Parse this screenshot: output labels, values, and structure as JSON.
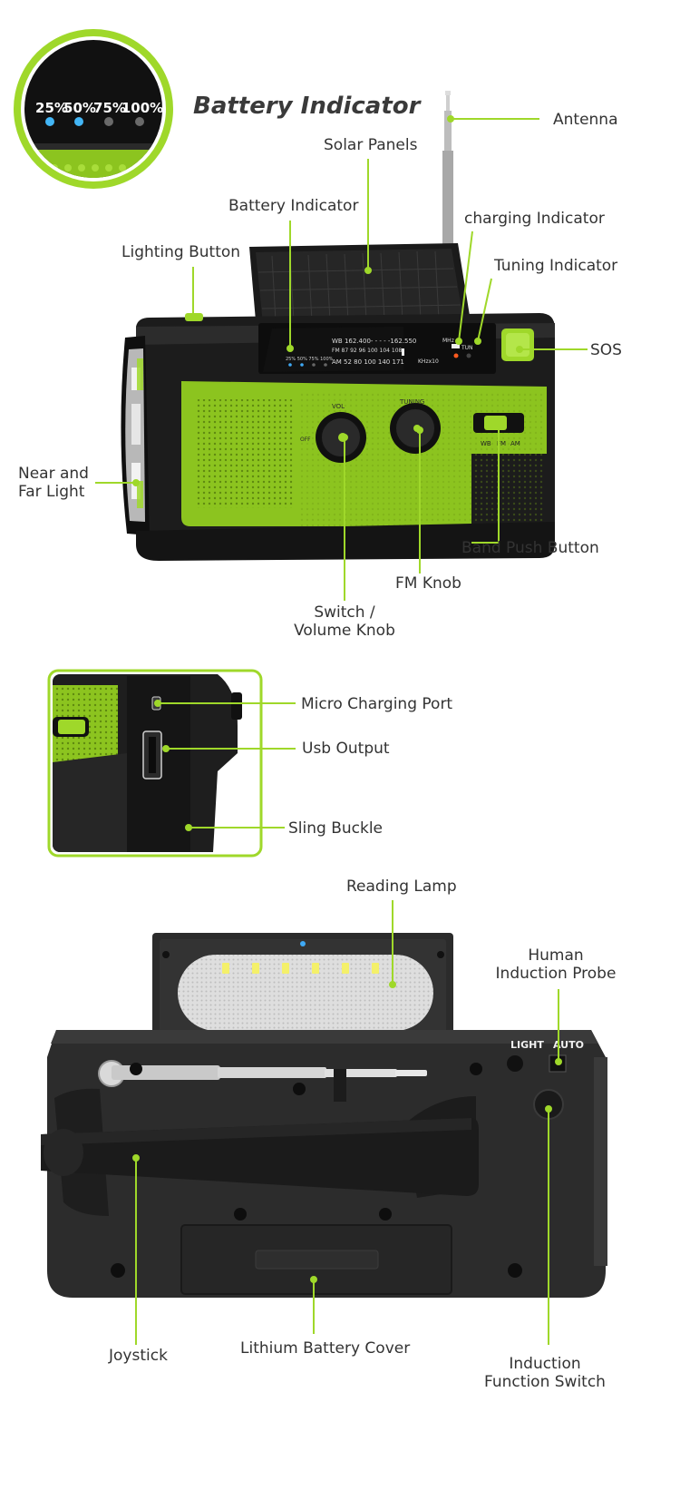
{
  "colors": {
    "accent": "#9fd82a",
    "body_dark": "#1e1e1e",
    "panel_green": "#8cc41f",
    "label_text": "#333333"
  },
  "battery_indicator": {
    "title": "Battery Indicator",
    "levels": [
      "25%",
      "50%",
      "75%",
      "100%"
    ],
    "lit_count": 2
  },
  "radio_dial": {
    "wb_row": "WB 162.400- - - - -162.550",
    "wb_unit": "MHz",
    "fm_row": "FM   87   92   96  100 104 108",
    "am_row": "AM  52  80  100   140   171",
    "am_unit": "KHzx10",
    "vol_label": "VOL",
    "off_label": "OFF",
    "tuning_label": "TUNING",
    "tun_label": "TUN",
    "band_labels": [
      "WB",
      "FM",
      "AM"
    ],
    "mini_levels": "25% 50% 75% 100%"
  },
  "back_panel": {
    "light_label": "LIGHT",
    "auto_label": "AUTO"
  },
  "labels": {
    "antenna": "Antenna",
    "solar_panels": "Solar Panels",
    "battery_indicator": "Battery Indicator",
    "charging_indicator": "charging Indicator",
    "tuning_indicator": "Tuning Indicator",
    "lighting_button": "Lighting Button",
    "sos": "SOS",
    "near_far_light_1": "Near and",
    "near_far_light_2": "Far Light",
    "band_push_button": "Band Push Button",
    "fm_knob": "FM Knob",
    "switch_volume_1": "Switch /",
    "switch_volume_2": "Volume Knob",
    "micro_charging_port": "Micro Charging Port",
    "usb_output": "Usb Output",
    "sling_buckle": "Sling Buckle",
    "reading_lamp": "Reading Lamp",
    "human_probe_1": "Human",
    "human_probe_2": "Induction Probe",
    "joystick": "Joystick",
    "lithium_battery_cover": "Lithium Battery Cover",
    "induction_switch_1": "Induction",
    "induction_switch_2": "Function Switch"
  }
}
